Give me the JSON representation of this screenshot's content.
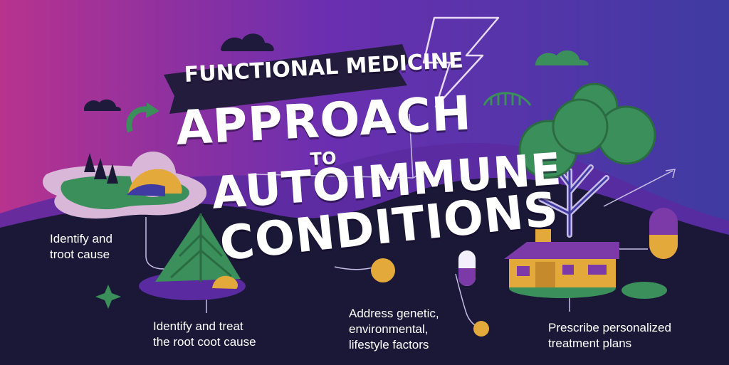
{
  "title": {
    "line1": "FUNCTIONAL MEDICINE",
    "line2": "APPROACH",
    "line3": "TO",
    "line4": "AUTOIMMUNE",
    "line5": "CONDITIONS"
  },
  "captions": {
    "left": [
      "Identify and",
      "troot cause"
    ],
    "center_left": [
      "Identify and treat",
      "the root coot cause"
    ],
    "center_right": [
      "Address genetic,",
      "environmental,",
      "lifestyle factors"
    ],
    "right": [
      "Prescribe personalized",
      "treatment plans"
    ]
  },
  "colors": {
    "magenta": "#b7338e",
    "purple": "#6a2fb0",
    "indigo": "#3f3ba2",
    "navy": "#1b1837",
    "green": "#3b8f5a",
    "gold": "#e3a93a",
    "banner": "#231c3d"
  }
}
